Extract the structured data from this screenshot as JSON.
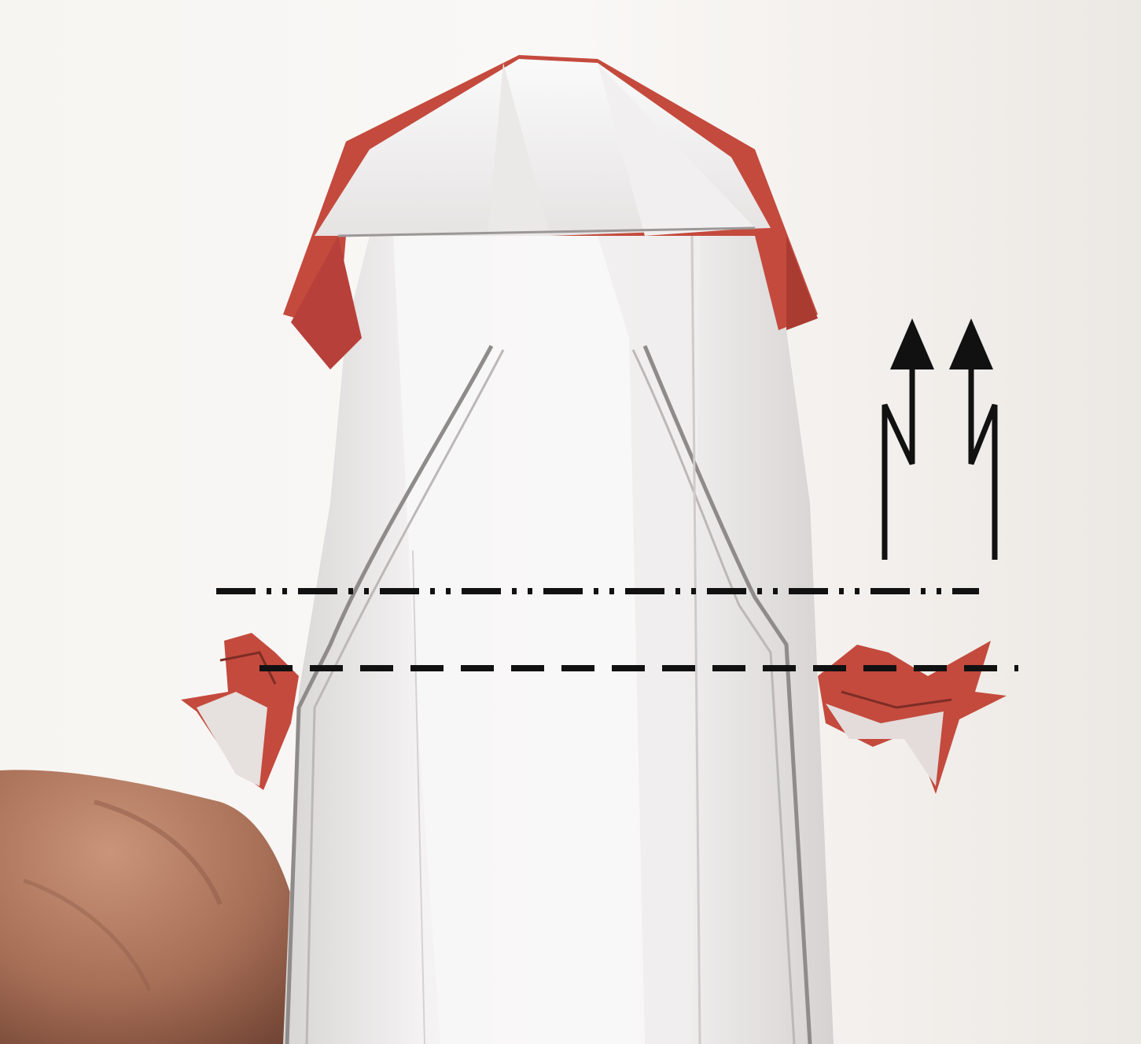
{
  "photo": {
    "subject": "origami-model-fold-step",
    "colors": {
      "background": "#f4f1ee",
      "paper_white": "#f6f4f3",
      "paper_shadow": "#d9d6d6",
      "paper_red": "#c44a3d",
      "skin": "#b27a62",
      "ink": "#111111"
    }
  },
  "diagram": {
    "symbols": [
      "mountain-fold-line",
      "valley-fold-line",
      "pleat-arrow",
      "pleat-arrow"
    ]
  }
}
